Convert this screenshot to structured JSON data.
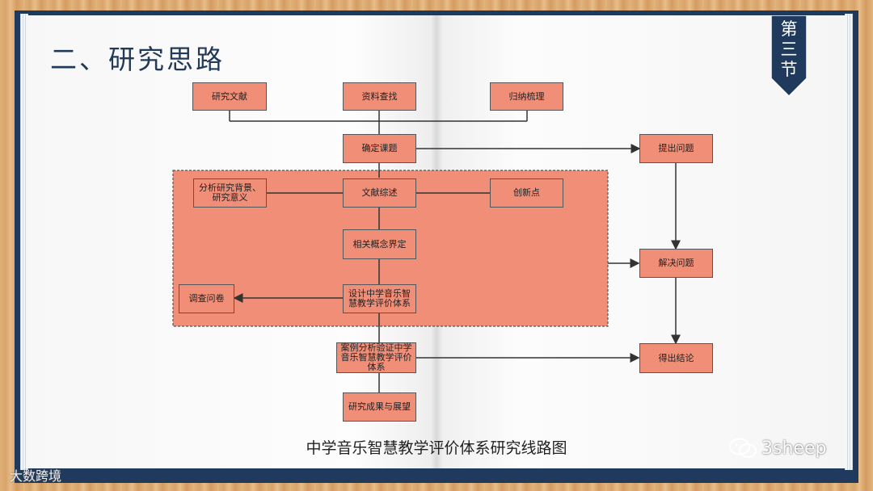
{
  "slide": {
    "title": "二、研究思路",
    "section_ribbon": [
      "第",
      "三",
      "节"
    ],
    "caption": "中学音乐智慧教学评价体系研究线路图"
  },
  "diagram": {
    "nodes": {
      "research_literature": "研究文献",
      "data_search": "资料查找",
      "summarize": "归纳梳理",
      "determine_topic": "确定课题",
      "raise_problem": "提出问题",
      "analyze_background": "分析研究背景、研究意义",
      "literature_review": "文献综述",
      "innovation": "创新点",
      "concept_definition": "相关概念界定",
      "solve_problem": "解决问题",
      "survey": "调查问卷",
      "design_system": "设计中学音乐智慧教学评价体系",
      "case_analysis": "案例分析验证中学音乐智慧教学评价体系",
      "conclusion": "得出结论",
      "outcomes": "研究成果与展望"
    }
  },
  "watermarks": {
    "left": "大数跨境",
    "right": "3sheep"
  }
}
